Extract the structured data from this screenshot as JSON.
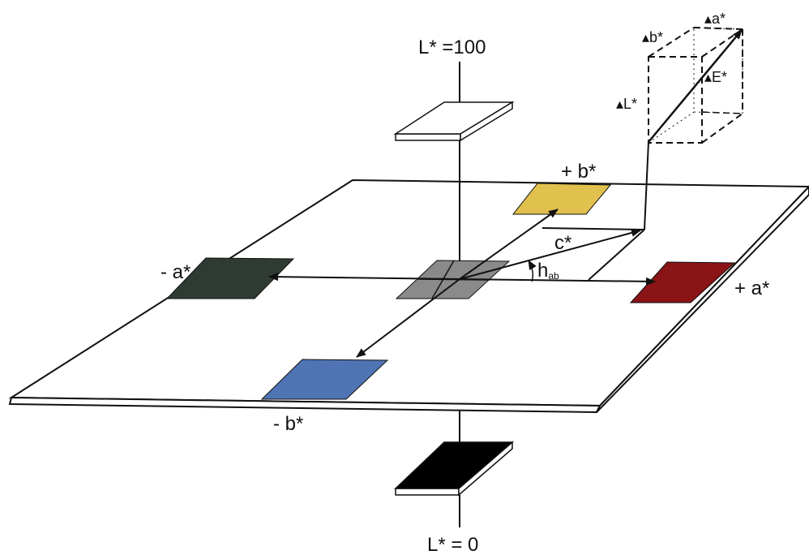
{
  "labels": {
    "l_top": "L* =100",
    "l_bottom": "L* = 0",
    "plus_a": "+ a*",
    "minus_a": "- a*",
    "plus_b": "+ b*",
    "minus_b": "- b*",
    "chroma": "c*",
    "hue_main": "h",
    "hue_sub": "ab",
    "delta_a": "▴a*",
    "delta_b": "▴b*",
    "delta_L": "▴L*",
    "delta_E": "▴E*"
  },
  "colors": {
    "red_patch": "#8b1416",
    "green_patch": "#2f3a33",
    "yellow_patch": "#e1c14d",
    "blue_patch": "#4f74b4",
    "gray_patch": "#8a8a8a",
    "black_patch": "#000000",
    "white_patch": "#ffffff",
    "line": "#111111"
  }
}
